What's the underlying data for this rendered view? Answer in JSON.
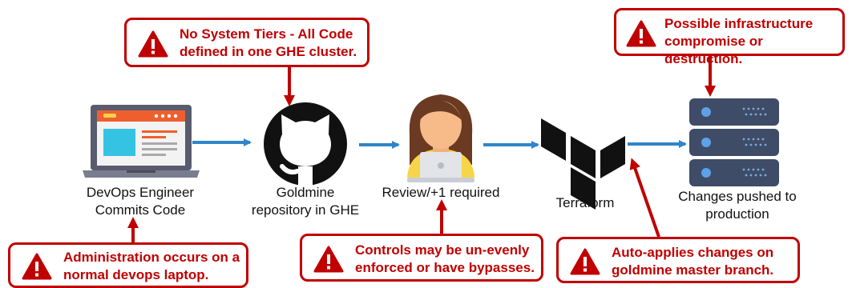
{
  "nodes": {
    "devops": {
      "line1": "DevOps Engineer",
      "line2": "Commits Code"
    },
    "goldmine": {
      "line1": "Goldmine",
      "line2": "repository in GHE"
    },
    "review": {
      "line1": "Review/+1 required"
    },
    "terraform": {
      "line1": "Terraform"
    },
    "production": {
      "line1": "Changes pushed to",
      "line2": "production"
    }
  },
  "warnings": {
    "tiers": {
      "line1": "No System Tiers - All Code",
      "line2": "defined in one GHE cluster."
    },
    "infra": {
      "line1": "Possible infrastructure",
      "line2": "compromise or destruction."
    },
    "admin": {
      "line1": "Administration occurs on a",
      "line2": "normal devops laptop."
    },
    "controls": {
      "line1": "Controls may be un-evenly",
      "line2": "enforced or have bypasses."
    },
    "auto": {
      "line1": "Auto-applies changes on",
      "line2": "goldmine master branch."
    }
  },
  "colors": {
    "flow_arrow": "#2e86c9",
    "warning": "#c00000"
  }
}
